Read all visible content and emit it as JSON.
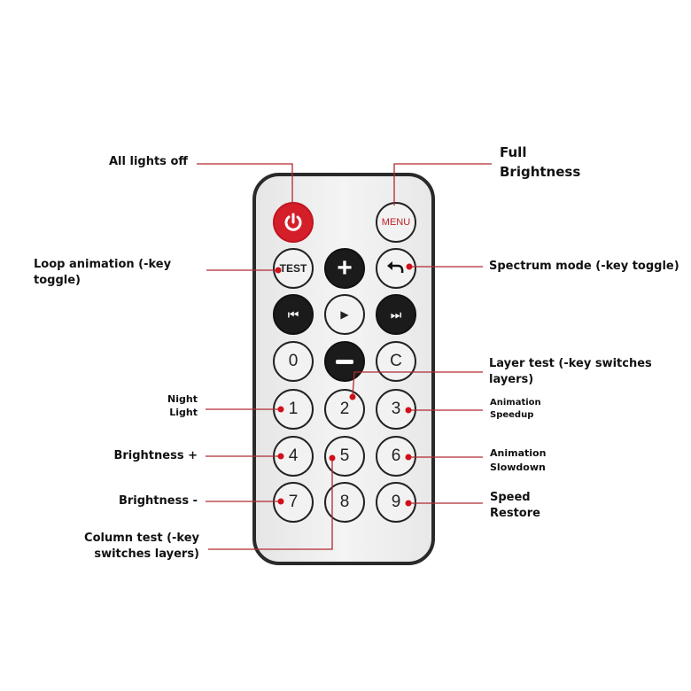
{
  "buttons": {
    "menu": "MENU",
    "test": "TEST",
    "zero": "0",
    "c": "C",
    "one": "1",
    "two": "2",
    "three": "3",
    "four": "4",
    "five": "5",
    "six": "6",
    "seven": "7",
    "eight": "8",
    "nine": "9"
  },
  "labels": {
    "all_off": "All lights off",
    "full_1": "Full",
    "full_2": "Brightness",
    "loop_1": "Loop animation (-key",
    "loop_2": "toggle)",
    "spectrum": "Spectrum mode (-key toggle)",
    "layer_1": "Layer test (-key switches",
    "layer_2": "layers)",
    "night_1": "Night",
    "night_2": "Light",
    "speedup_1": "Animation",
    "speedup_2": "Speedup",
    "bplus": "Brightness +",
    "slow_1": "Animation",
    "slow_2": "Slowdown",
    "bminus": "Brightness -",
    "restore_1": "Speed",
    "restore_2": "Restore",
    "column_1": "Column test (-key",
    "column_2": "switches layers)"
  },
  "colors": {
    "line": "#b02a30",
    "dot": "#d0101a",
    "power": "#d41f2b"
  }
}
